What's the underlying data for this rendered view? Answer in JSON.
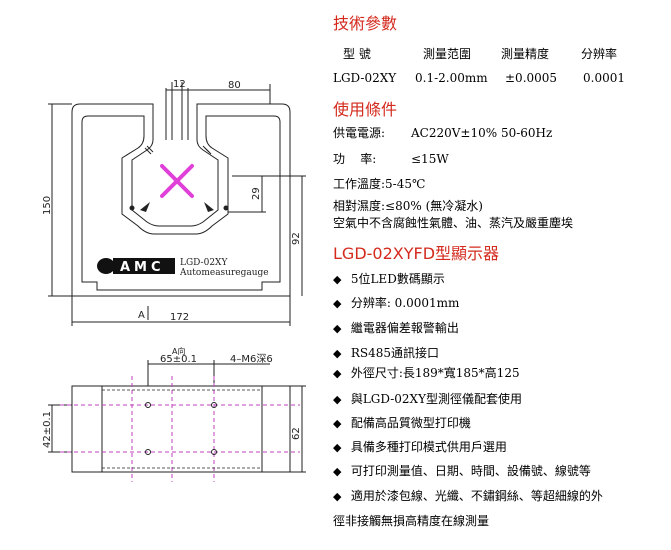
{
  "drawing": {
    "dims": {
      "d12": "12",
      "d80": "80",
      "d150": "150",
      "d29": "29",
      "d92": "92",
      "d172": "172",
      "sectionA": "A",
      "sectionA2": "A向",
      "d65": "65±0.1",
      "hole": "4–M6深6",
      "d42": "42±0.1",
      "d62": "62"
    },
    "brand": "AMC",
    "model": "LGD-02XY",
    "subtitle": "Automeasuregauge"
  },
  "specs": {
    "title": "技術參數",
    "headers": [
      "型 號",
      "測量范圍",
      "測量精度",
      "分辨率"
    ],
    "row": [
      "LGD-02XY",
      "0.1-2.00mm",
      "±0.0005",
      "0.0001"
    ]
  },
  "conditions": {
    "title": "使用條件",
    "items": [
      {
        "label": "供電電源:",
        "value": "AC220V±10% 50-60Hz"
      },
      {
        "label": "功    率:",
        "value": "≤15W"
      },
      {
        "label": "工作溫度:",
        "value": "5-45℃"
      },
      {
        "label": "相對濕度:",
        "value": "≤80% (無冷凝水)"
      }
    ],
    "note": "空氣中不含腐蝕性氣體、油、蒸汽及嚴重塵埃"
  },
  "display": {
    "title": "LGD-02XYFD型顯示器",
    "bullet_icon": "diamond-bullet-icon",
    "features": [
      "5位LED數碼顯示",
      "分辨率: 0.0001mm",
      "繼電器偏差報警輸出",
      "RS485通訊接口",
      "外徑尺寸:長189*寬185*高125",
      "與LGD-02XY型測徑儀配套使用",
      "配備高品質微型打印機",
      "具備多種打印模式供用戶選用",
      "可打印測量值、日期、時間、設備號、線號等",
      "適用於漆包線、光纖、不鏽鋼絲、等超細線的外"
    ],
    "continuation": "徑非接觸無損高精度在線測量"
  },
  "colors": {
    "accent": "#d42a1e",
    "cross": "#e040d8",
    "centerline": "#c040c0"
  }
}
